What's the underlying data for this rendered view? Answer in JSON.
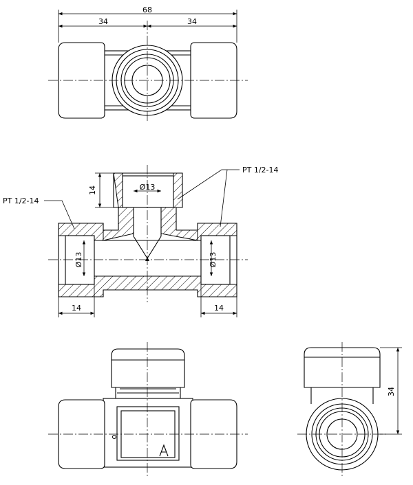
{
  "top_view": {
    "overall_width": "68",
    "half_left": "34",
    "half_right": "34"
  },
  "section_view": {
    "branch_depth": "14",
    "branch_bore": "Ø13",
    "branch_thread": "PT 1/2-14",
    "left_thread": "PT 1/2-14",
    "left_bore": "Ø13",
    "right_bore": "Ø13",
    "left_depth": "14",
    "right_depth": "14"
  },
  "side_view": {
    "height": "34"
  }
}
